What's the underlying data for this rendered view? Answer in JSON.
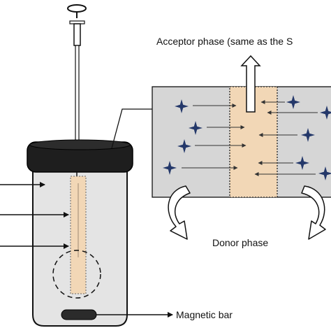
{
  "labels": {
    "acceptor_phase": "Acceptor phase (same as the S",
    "donor_phase": "Donor phase",
    "magnetic_bar": "Magnetic bar"
  },
  "colors": {
    "background": "#ffffff",
    "outline": "#111111",
    "cap": "#1e1e1e",
    "vial_glass": "#e4e4e4",
    "panel": "#d6d6d6",
    "hollow_fiber": "#f2d7b6",
    "star": "#24386a",
    "magnetic_bar": "#2b2b2b"
  },
  "icons": {
    "analyte_marker": "four-point-star-icon",
    "stir_direction": "curved-arrow-icon"
  }
}
